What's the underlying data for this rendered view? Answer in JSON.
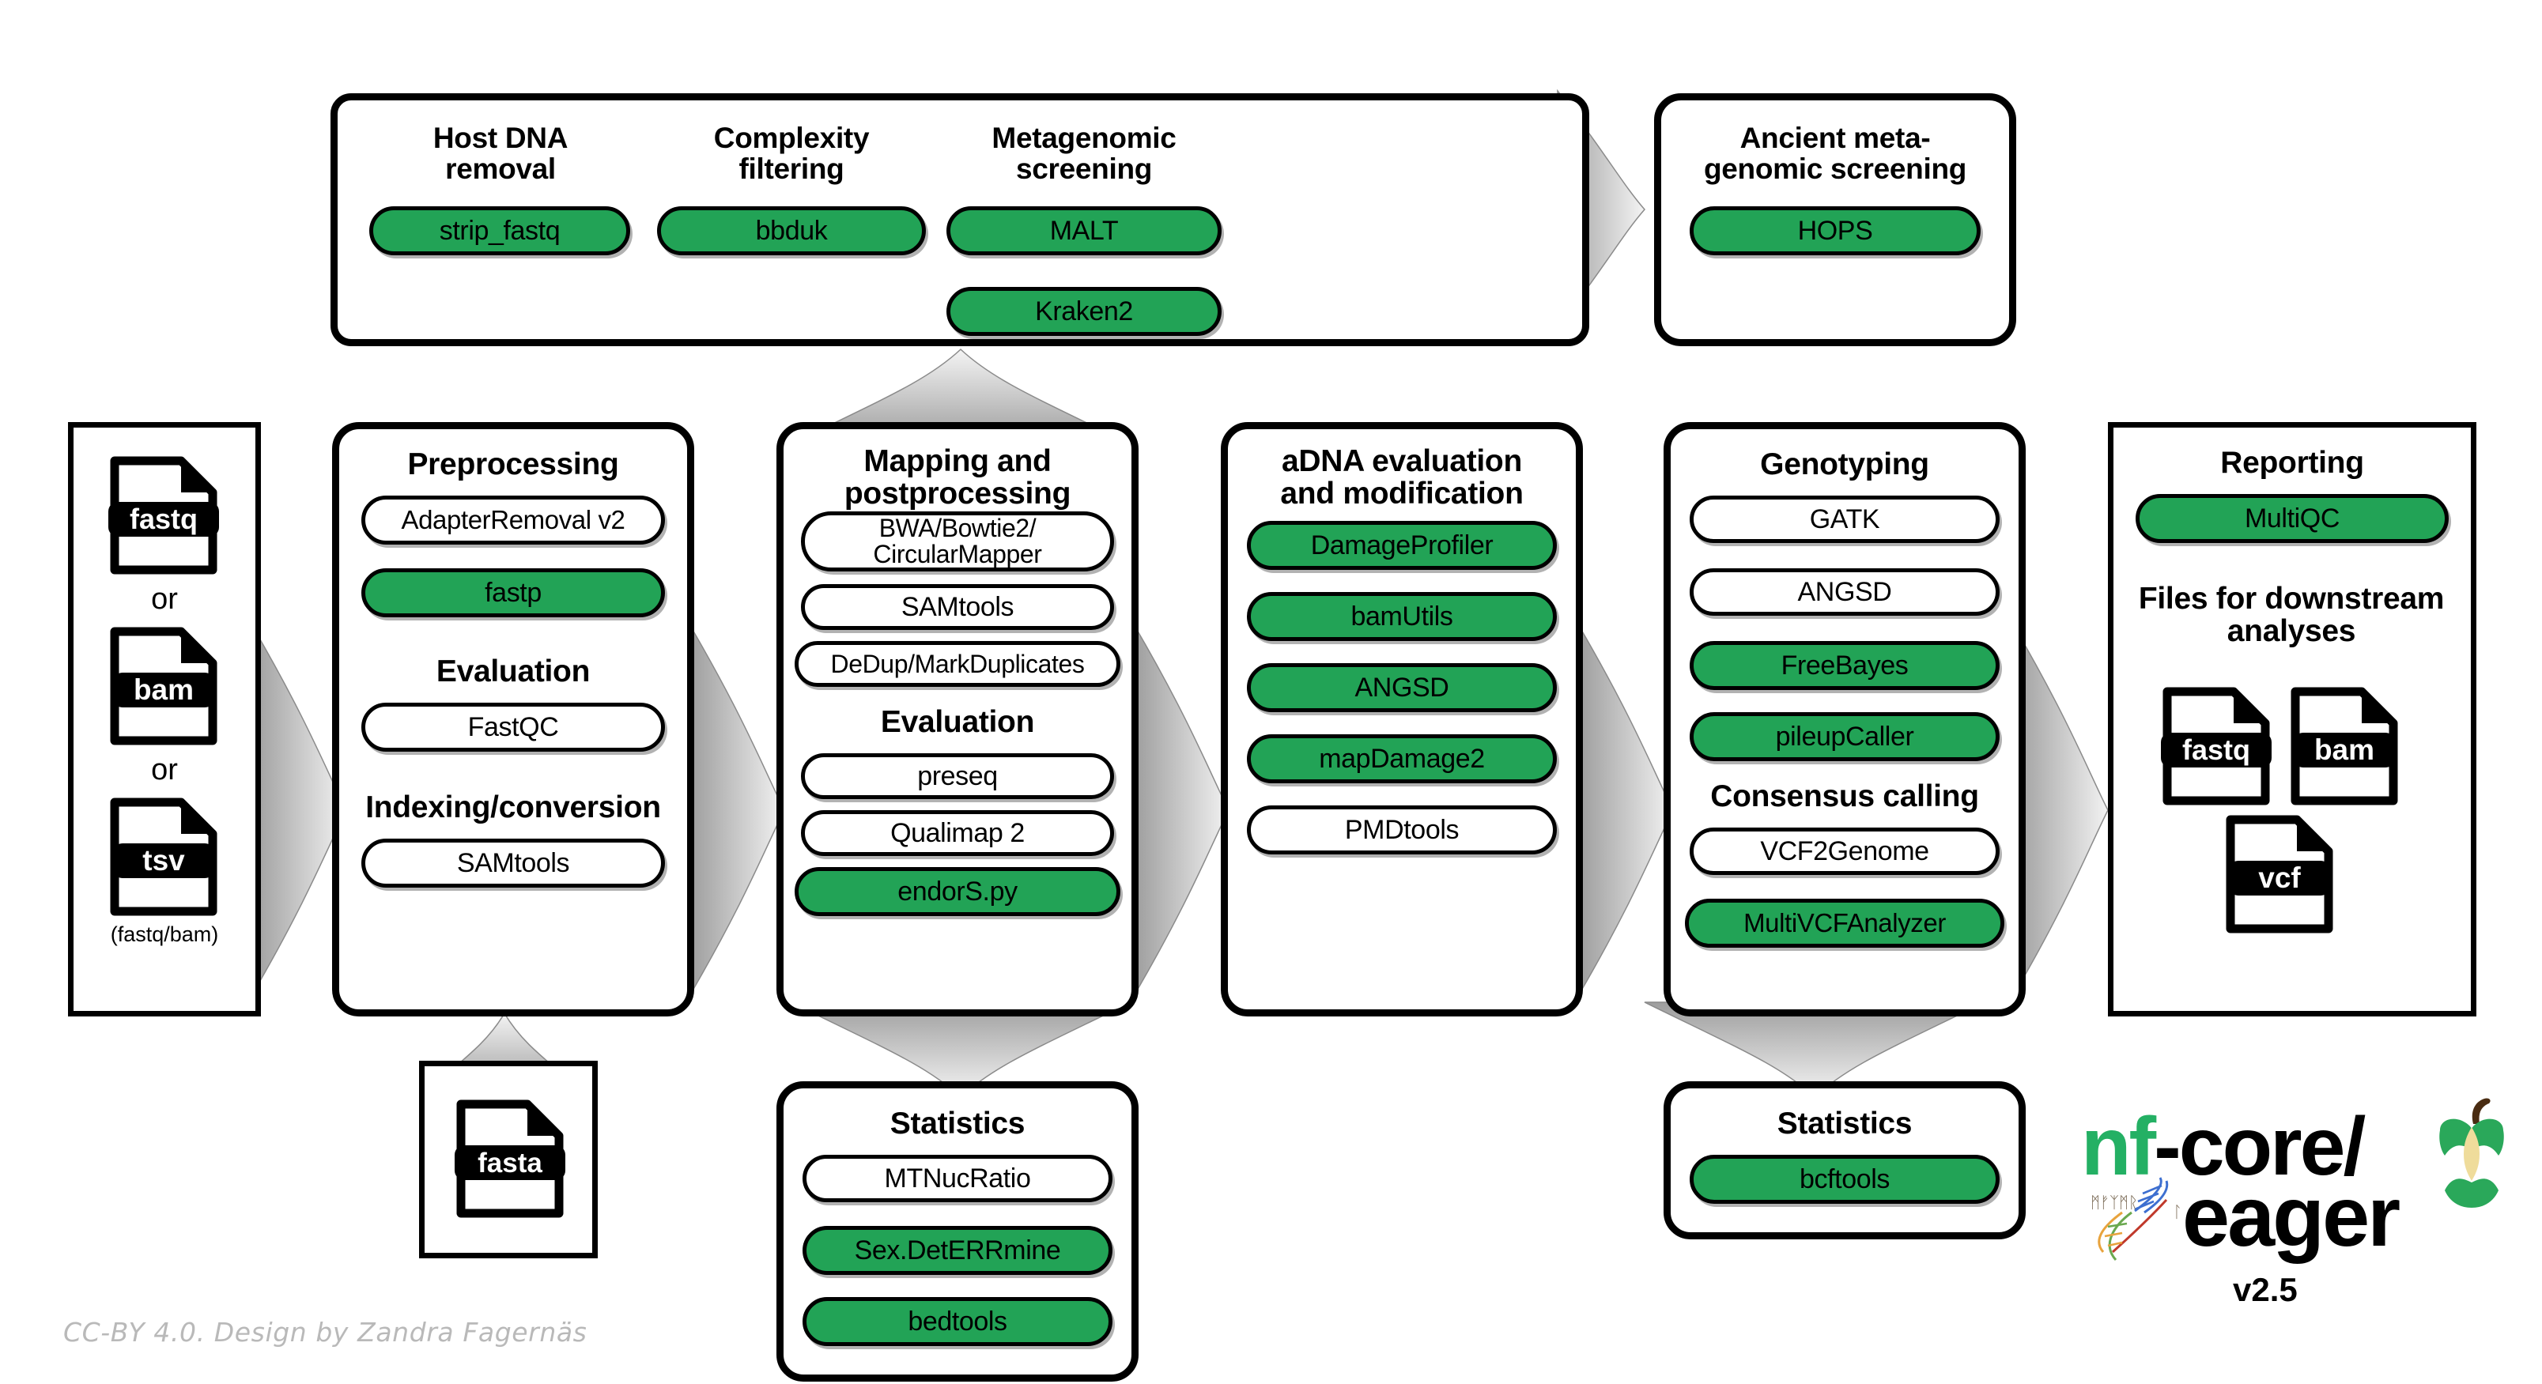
{
  "diagram": {
    "title": "nf-core/eager pipeline overview",
    "accent_green": "#22a356",
    "line_color": "#000000",
    "arrow_gray": "#b0b0b0"
  },
  "screening_panel": {
    "columns": [
      {
        "title": "Host DNA\nremoval",
        "tools": [
          {
            "label": "strip_fastq",
            "highlighted": true
          }
        ]
      },
      {
        "title": "Complexity\nfiltering",
        "tools": [
          {
            "label": "bbduk",
            "highlighted": true
          }
        ]
      },
      {
        "title": "Metagenomic\nscreening",
        "tools": [
          {
            "label": "MALT",
            "highlighted": true
          },
          {
            "label": "Kraken2",
            "highlighted": true
          }
        ]
      }
    ]
  },
  "ancient_screening": {
    "title": "Ancient meta-\ngenomic screening",
    "tools": [
      {
        "label": "HOPS",
        "highlighted": true
      }
    ]
  },
  "inputs": {
    "files": [
      {
        "ext": "fastq"
      },
      {
        "ext": "bam"
      },
      {
        "ext": "tsv"
      }
    ],
    "separators": [
      "or",
      "or"
    ],
    "note": "(fastq/bam)"
  },
  "preprocessing": {
    "title": "Preprocessing",
    "tools": [
      {
        "label": "AdapterRemoval v2",
        "highlighted": false
      },
      {
        "label": "fastp",
        "highlighted": true
      }
    ],
    "subsections": [
      {
        "title": "Evaluation",
        "tools": [
          {
            "label": "FastQC",
            "highlighted": false
          }
        ]
      },
      {
        "title": "Indexing/conversion",
        "tools": [
          {
            "label": "SAMtools",
            "highlighted": false
          }
        ]
      }
    ]
  },
  "reference": {
    "file_ext": "fasta"
  },
  "mapping": {
    "title": "Mapping and\npostprocessing",
    "tools": [
      {
        "label": "BWA/Bowtie2/\nCircularMapper",
        "highlighted": false
      },
      {
        "label": "SAMtools",
        "highlighted": false
      },
      {
        "label": "DeDup/MarkDuplicates",
        "highlighted": false
      }
    ],
    "subsections": [
      {
        "title": "Evaluation",
        "tools": [
          {
            "label": "preseq",
            "highlighted": false
          },
          {
            "label": "Qualimap 2",
            "highlighted": false
          },
          {
            "label": "endorS.py",
            "highlighted": true
          }
        ]
      }
    ]
  },
  "mapping_statistics": {
    "title": "Statistics",
    "tools": [
      {
        "label": "MTNucRatio",
        "highlighted": false
      },
      {
        "label": "Sex.DetERRmine",
        "highlighted": true
      },
      {
        "label": "bedtools",
        "highlighted": true
      }
    ]
  },
  "adna": {
    "title": "aDNA evaluation\nand modification",
    "tools": [
      {
        "label": "DamageProfiler",
        "highlighted": true
      },
      {
        "label": "bamUtils",
        "highlighted": true
      },
      {
        "label": "ANGSD",
        "highlighted": true
      },
      {
        "label": "mapDamage2",
        "highlighted": true
      },
      {
        "label": "PMDtools",
        "highlighted": false
      }
    ]
  },
  "genotyping": {
    "title": "Genotyping",
    "tools": [
      {
        "label": "GATK",
        "highlighted": false
      },
      {
        "label": "ANGSD",
        "highlighted": false
      },
      {
        "label": "FreeBayes",
        "highlighted": true
      },
      {
        "label": "pileupCaller",
        "highlighted": true
      }
    ],
    "subsections": [
      {
        "title": "Consensus calling",
        "tools": [
          {
            "label": "VCF2Genome",
            "highlighted": false
          },
          {
            "label": "MultiVCFAnalyzer",
            "highlighted": true
          }
        ]
      }
    ]
  },
  "genotyping_statistics": {
    "title": "Statistics",
    "tools": [
      {
        "label": "bcftools",
        "highlighted": true
      }
    ]
  },
  "reporting": {
    "title": "Reporting",
    "tools": [
      {
        "label": "MultiQC",
        "highlighted": true
      }
    ],
    "downstream_title": "Files for downstream\nanalyses",
    "files": [
      {
        "ext": "fastq"
      },
      {
        "ext": "bam"
      },
      {
        "ext": "vcf"
      }
    ]
  },
  "logo": {
    "prefix": "nf-core/",
    "nf": "nf",
    "rest": "-core/",
    "name": "eager",
    "version": "v2.5"
  },
  "credit": "CC-BY 4.0. Design by Zandra Fagernäs"
}
